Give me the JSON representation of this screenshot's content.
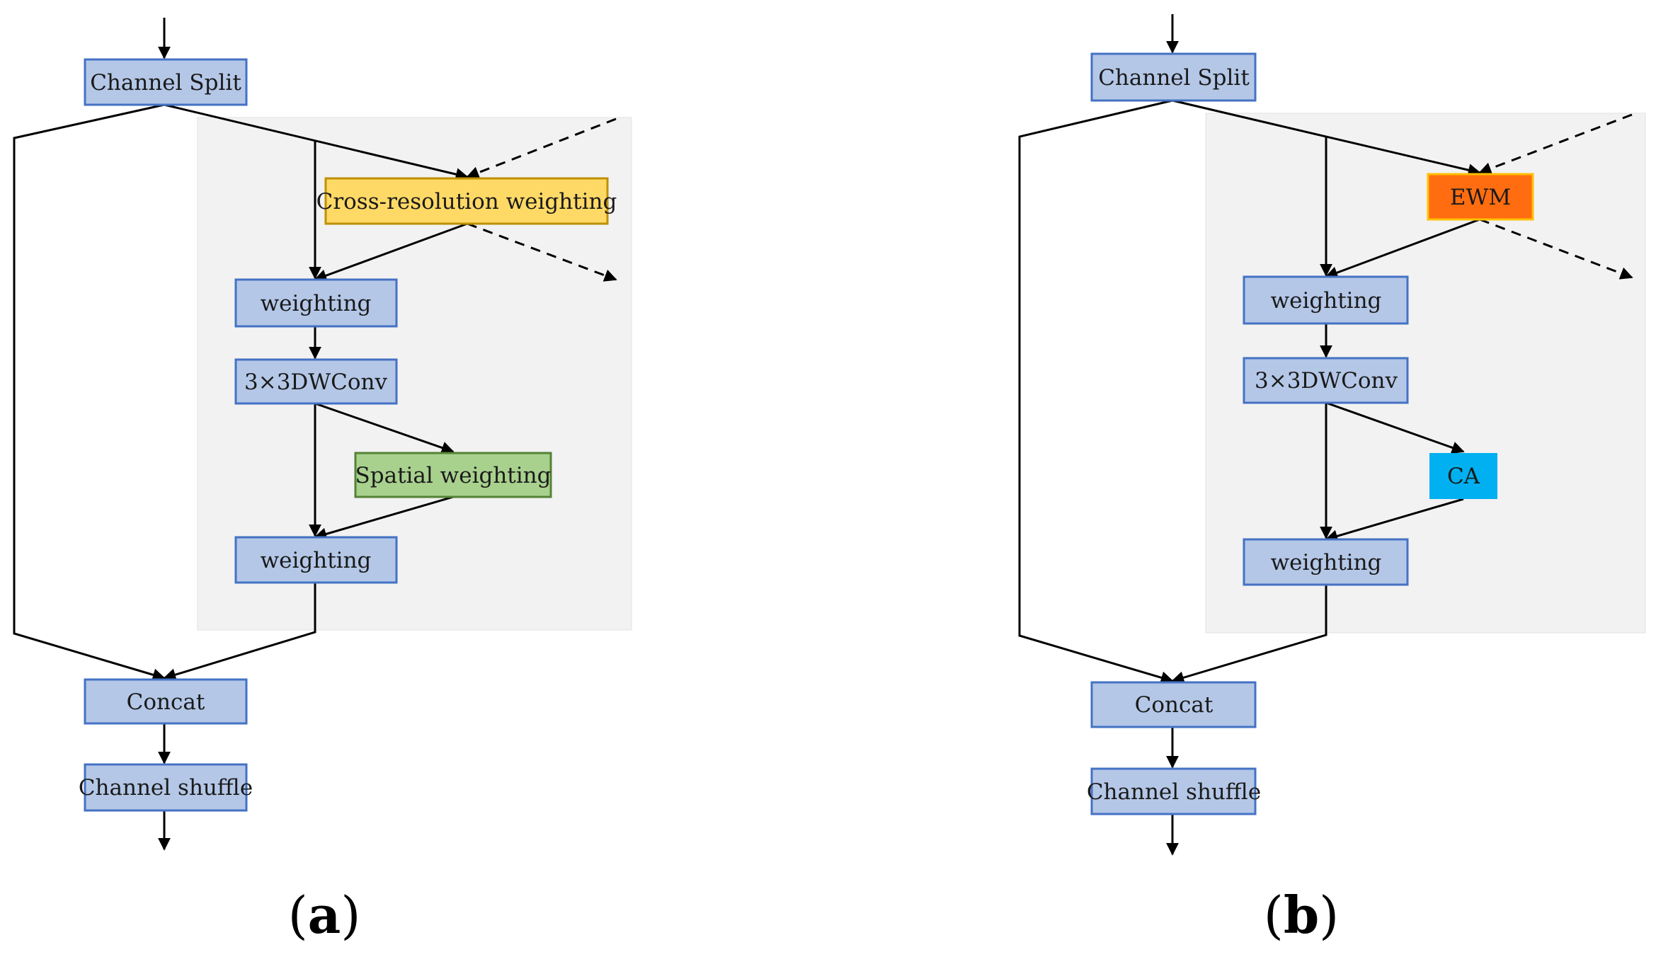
{
  "colors": {
    "block_fill": "#b4c7e7",
    "block_stroke": "#4472c4",
    "panel_fill": "#f2f2f2",
    "cross_resolution_fill": "#ffd966",
    "cross_resolution_stroke": "#bf9000",
    "spatial_fill": "#a9d18e",
    "spatial_stroke": "#548235",
    "ewm_fill": "#ff6d10",
    "ewm_stroke": "#ffc000",
    "ca_fill": "#00b0f0",
    "line": "#000000"
  },
  "diagram_a": {
    "caption_open": "(",
    "caption_letter": "a",
    "caption_close": ")",
    "channel_split": "Channel Split",
    "cross_resolution": "Cross-resolution weighting",
    "weighting_top": "weighting",
    "dwconv": "3×3DWConv",
    "spatial": "Spatial weighting",
    "weighting_bottom": "weighting",
    "concat": "Concat",
    "shuffle": "Channel shuffle"
  },
  "diagram_b": {
    "caption_open": "(",
    "caption_letter": "b",
    "caption_close": ")",
    "channel_split": "Channel Split",
    "ewm": "EWM",
    "weighting_top": "weighting",
    "dwconv": "3×3DWConv",
    "ca": "CA",
    "weighting_bottom": "weighting",
    "concat": "Concat",
    "shuffle": "Channel shuffle"
  }
}
